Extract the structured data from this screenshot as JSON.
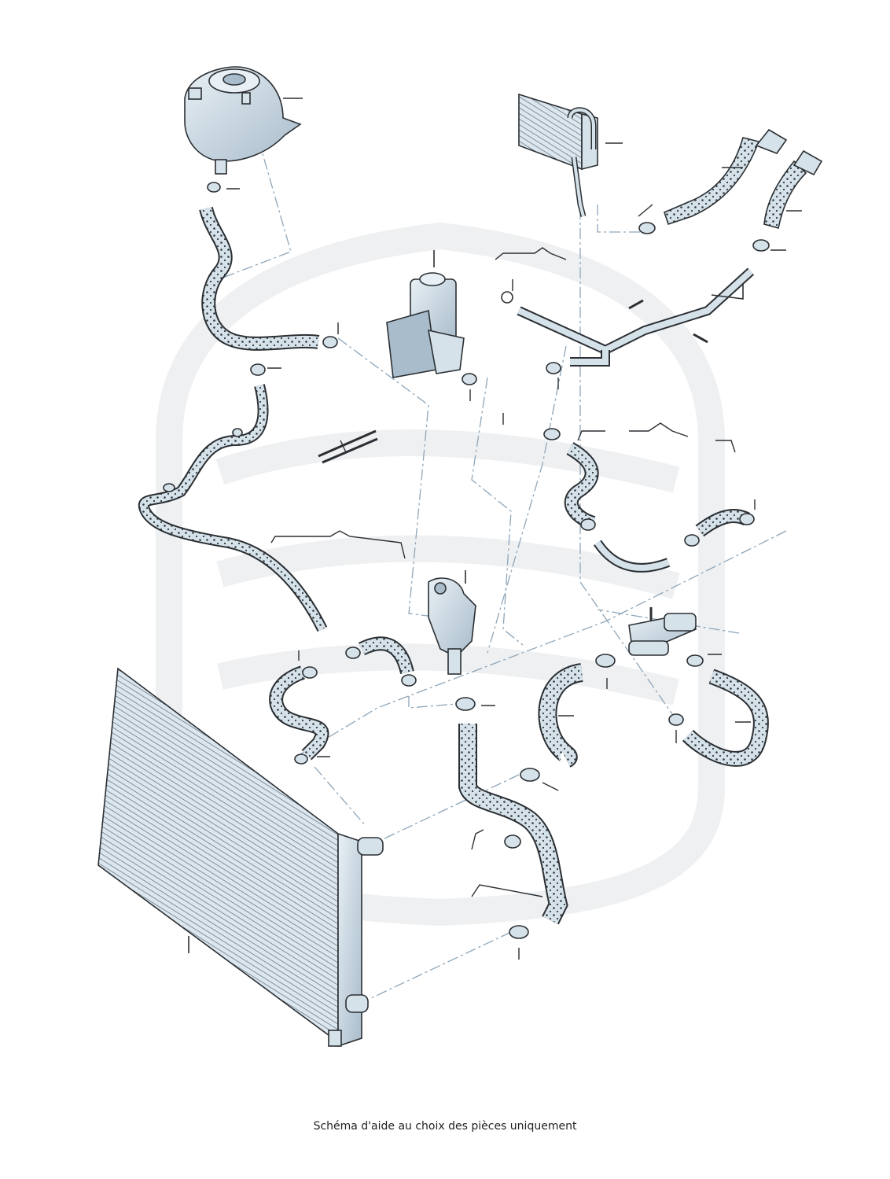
{
  "caption": "Schéma d'aide au choix des pièces uniquement",
  "colors": {
    "part_fill": "#d6e2ea",
    "part_shade": "#a9bccb",
    "outline": "#2b2f33",
    "hose_dots": "#30383e",
    "watermark": "#eef0f2",
    "dash_line": "#8fa6b8"
  },
  "parts": [
    {
      "name": "expansion-tank"
    },
    {
      "name": "heater-core"
    },
    {
      "name": "oil-cooler-housing"
    },
    {
      "name": "coolant-pipe"
    },
    {
      "name": "thermostat-housing"
    },
    {
      "name": "coolant-flange"
    },
    {
      "name": "radiator"
    },
    {
      "name": "hose-set"
    },
    {
      "name": "hose-clips"
    },
    {
      "name": "cable-ties"
    }
  ]
}
